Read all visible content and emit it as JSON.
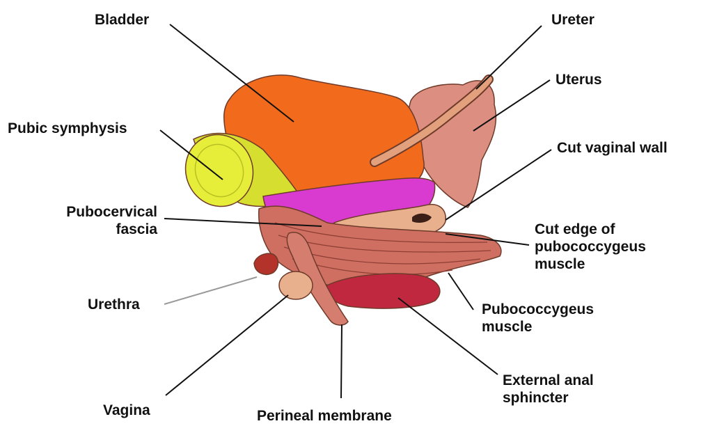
{
  "labels": {
    "bladder": "Bladder",
    "ureter": "Ureter",
    "uterus": "Uterus",
    "pubic_symphysis": "Pubic symphysis",
    "cut_vaginal_wall": "Cut vaginal wall",
    "pubocervical_fascia": [
      "Pubocervical",
      "fascia"
    ],
    "cut_edge_pubococcygeus": [
      "Cut edge of",
      "pubococcygeus",
      "muscle"
    ],
    "urethra": "Urethra",
    "pubococcygeus_muscle": [
      "Pubococcygeus",
      "muscle"
    ],
    "external_anal_sphincter": [
      "External anal",
      "sphincter"
    ],
    "vagina": "Vagina",
    "perineal_membrane": "Perineal membrane"
  },
  "colors": {
    "bladder": "#f26a1b",
    "pubic_symphysis": "#e6ee3a",
    "pubocervical_fascia": "#d93ad0",
    "uterus": "#dc8f80",
    "muscle": "#cf6f62",
    "sphincter": "#c0283f",
    "vagina": "#e8b08c",
    "urethra": "#b3332a"
  }
}
